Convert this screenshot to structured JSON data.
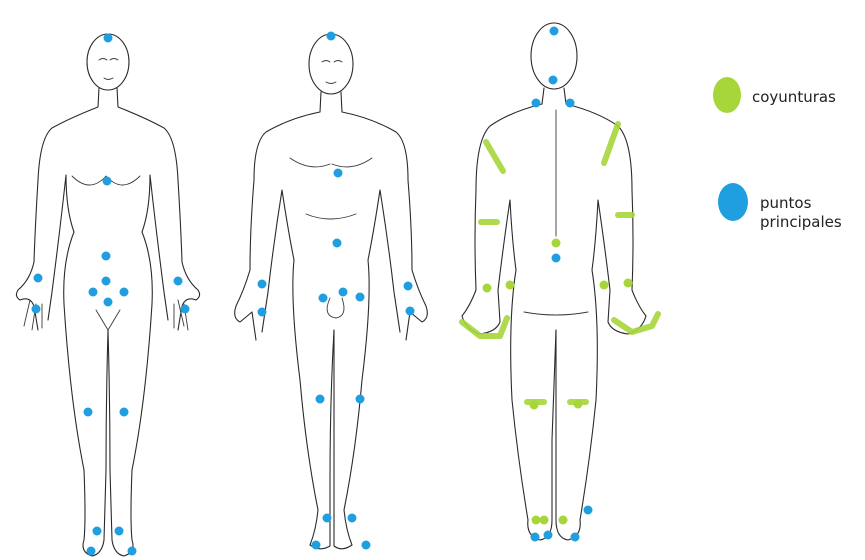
{
  "legend": {
    "joints": {
      "label": "coyunturas",
      "color": "#a6d63a"
    },
    "points": {
      "label": "puntos\nprincipales",
      "color": "#1f9fe0"
    }
  },
  "figures": [
    {
      "view": "female-front",
      "points": [
        [
          108,
          38
        ],
        [
          107,
          181
        ],
        [
          106,
          256
        ],
        [
          106,
          281
        ],
        [
          38,
          278
        ],
        [
          178,
          281
        ],
        [
          36,
          309
        ],
        [
          185,
          309
        ],
        [
          93,
          292
        ],
        [
          124,
          292
        ],
        [
          108,
          302
        ],
        [
          88,
          412
        ],
        [
          124,
          412
        ],
        [
          97,
          531
        ],
        [
          119,
          531
        ],
        [
          91,
          551
        ],
        [
          132,
          551
        ]
      ]
    },
    {
      "view": "male-front",
      "points": [
        [
          331,
          36
        ],
        [
          338,
          173
        ],
        [
          337,
          243
        ],
        [
          323,
          298
        ],
        [
          343,
          292
        ],
        [
          360,
          297
        ],
        [
          262,
          284
        ],
        [
          408,
          286
        ],
        [
          262,
          312
        ],
        [
          410,
          311
        ],
        [
          320,
          399
        ],
        [
          360,
          399
        ],
        [
          327,
          518
        ],
        [
          352,
          518
        ],
        [
          316,
          545
        ],
        [
          366,
          545
        ]
      ]
    },
    {
      "view": "back",
      "points": [
        [
          554,
          31
        ],
        [
          553,
          80
        ],
        [
          536,
          103
        ],
        [
          570,
          103
        ],
        [
          556,
          258
        ],
        [
          548,
          535
        ],
        [
          575,
          537
        ],
        [
          535,
          537
        ],
        [
          588,
          510
        ]
      ],
      "joints": [
        [
          556,
          243
        ],
        [
          487,
          288
        ],
        [
          510,
          285
        ],
        [
          604,
          285
        ],
        [
          628,
          283
        ],
        [
          534,
          405
        ],
        [
          578,
          404
        ],
        [
          544,
          520
        ],
        [
          563,
          520
        ],
        [
          536,
          520
        ]
      ],
      "joint_strokes": [
        [
          [
            486,
            142
          ],
          [
            503,
            171
          ]
        ],
        [
          [
            618,
            124
          ],
          [
            604,
            163
          ]
        ],
        [
          [
            481,
            222
          ],
          [
            497,
            222
          ]
        ],
        [
          [
            618,
            215
          ],
          [
            632,
            215
          ]
        ],
        [
          [
            462,
            322
          ],
          [
            480,
            336
          ],
          [
            500,
            336
          ],
          [
            507,
            318
          ]
        ],
        [
          [
            614,
            320
          ],
          [
            632,
            332
          ],
          [
            652,
            326
          ],
          [
            658,
            314
          ]
        ],
        [
          [
            527,
            402
          ],
          [
            544,
            402
          ]
        ],
        [
          [
            570,
            402
          ],
          [
            586,
            402
          ]
        ]
      ]
    }
  ]
}
